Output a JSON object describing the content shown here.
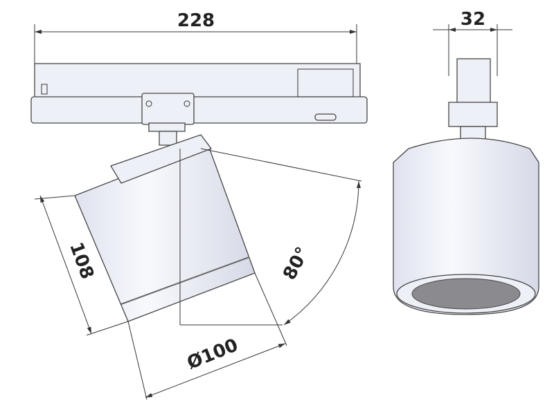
{
  "drawing": {
    "side_view": {
      "width_dim": "228",
      "height_dim": "108",
      "tilt_angle": "80°",
      "diameter_dim": "Ø100"
    },
    "front_view": {
      "width_dim": "32"
    }
  },
  "colors": {
    "body_fill": "#eef0f8",
    "lens": "#8a8a8f",
    "line": "#333333"
  }
}
